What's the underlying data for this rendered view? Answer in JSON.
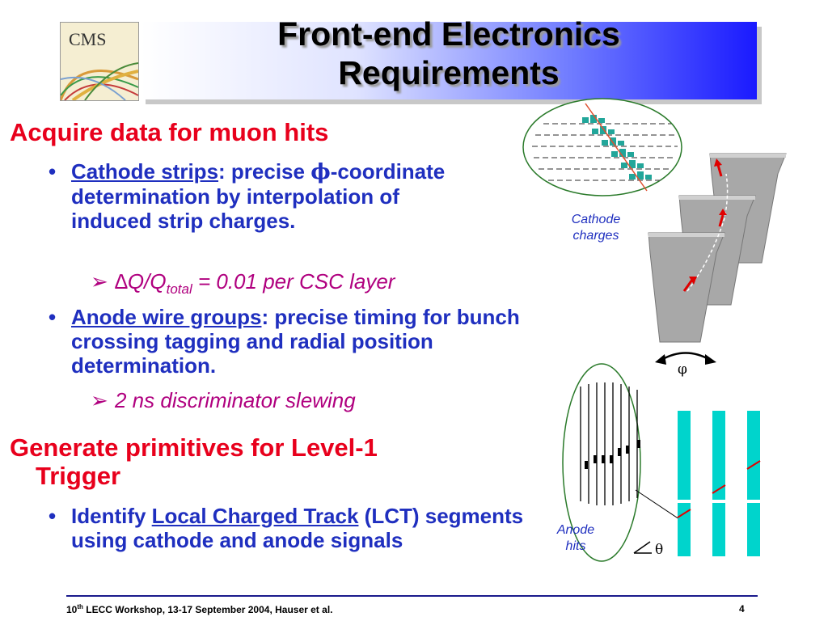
{
  "title": {
    "line1": "Front-end Electronics",
    "line2": "Requirements"
  },
  "logo": {
    "text": "CMS"
  },
  "sections": {
    "acquire": {
      "heading": "Acquire data for muon hits",
      "cathode": {
        "link": "Cathode strips",
        "rest_part1": ": precise ",
        "phi": "ϕ",
        "rest_part2": "-coordinate determination by interpolation of induced strip charges.",
        "sub_delta": "∆",
        "sub_q": "Q/Q",
        "sub_total": "total",
        "sub_rest": " = 0.01 per CSC layer"
      },
      "anode": {
        "link": "Anode wire groups",
        "rest": ": precise timing for bunch crossing tagging and radial position determination.",
        "sub": "2 ns discriminator slewing"
      }
    },
    "generate": {
      "heading_line1": "Generate primitives for Level-1",
      "heading_line2": "Trigger",
      "identify": {
        "pre": "Identify ",
        "link": "Local Charged Track",
        "rest": " (LCT) segments using cathode and anode signals"
      }
    }
  },
  "figure": {
    "cathode_label_1": "Cathode",
    "cathode_label_2": "charges",
    "phi_label": "φ",
    "anode_label_1": "Anode",
    "anode_label_2": "hits",
    "theta_label": "θ"
  },
  "footer": {
    "prefix": "10",
    "sup": "th",
    "rest": " LECC Workshop, 13-17 September 2004, Hauser et al.",
    "page": "4"
  },
  "colors": {
    "heading": "#e8001c",
    "bullet": "#1f2fbf",
    "sub": "#b0007f",
    "teal": "#00d4cc",
    "banner_end": "#1a1aff"
  }
}
